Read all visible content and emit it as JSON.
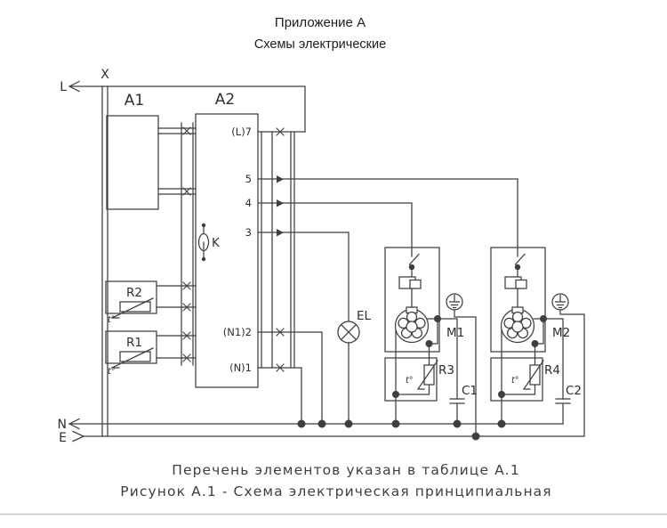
{
  "page": {
    "title_line1": "Приложение А",
    "title_line2": "Схемы электрические",
    "caption_line1": "Перечень элементов указан в таблице А.1",
    "caption_line2": "Рисунок А.1 - Схема электрическая принципиальная"
  },
  "schematic": {
    "colors": {
      "line": "#3f3f3f",
      "separator": "#c4c4c4"
    },
    "bus_labels": {
      "x": "X",
      "l": "L",
      "n": "N",
      "e": "E"
    },
    "blocks": {
      "a1": "A1",
      "a2": "A2"
    },
    "a2_pins": {
      "pin7": "(L)7",
      "pin5": "5",
      "pin4": "4",
      "pin3": "3",
      "pin2": "(N1)2",
      "pin1": "(N)1"
    },
    "components": {
      "k_relay": "K",
      "lamp": "EL",
      "r1": "R1",
      "r2": "R2",
      "r3": "R3",
      "r4": "R4",
      "c1": "C1",
      "c2": "C2",
      "m1": "M1",
      "m2": "M2",
      "thermo_mark": "t°"
    }
  }
}
